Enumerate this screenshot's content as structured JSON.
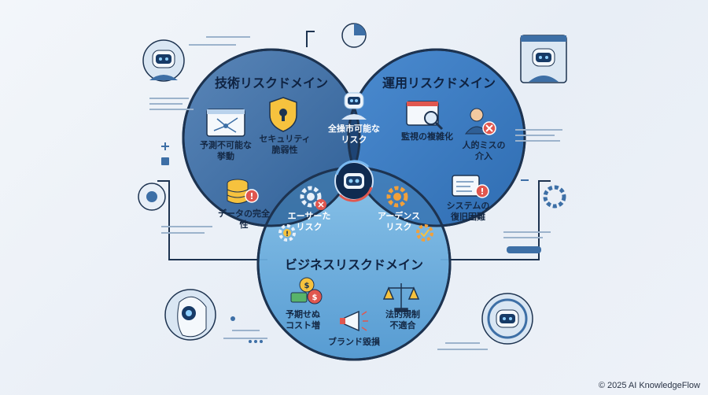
{
  "colors": {
    "circle_tech": "#3d6fa6",
    "circle_ops": "#3f7fc4",
    "circle_biz": "#6fb0de",
    "overlap_dark": "#173a66",
    "accent_red": "#e0574f",
    "accent_orange": "#f2a03a",
    "accent_gold": "#f6c23e",
    "line": "#1d3350"
  },
  "domains": {
    "tech": {
      "title": "技術リスクドメイン"
    },
    "ops": {
      "title": "運用リスクドメイン"
    },
    "biz": {
      "title": "ビジネスリスクドメイン"
    }
  },
  "tech_items": {
    "unpredictable": "予測不可能な\n挙動",
    "security": "セキュリティ\n脆弱性",
    "data": "データの完全\n性"
  },
  "ops_items": {
    "monitoring": "監視の複雑化",
    "human": "人的ミスの\n介入",
    "recovery": "システムの\n復旧困難"
  },
  "biz_items": {
    "cost": "予期せぬ\nコスト増",
    "legal": "法的規制\n不適合",
    "brand": "ブランド毀損"
  },
  "overlaps": {
    "tech_ops": "全操市可能な\nリスク",
    "tech_biz": "エーサーた\nリスク",
    "ops_biz": "アーデンス\nリスク"
  },
  "icons": {
    "center": "robot-head-icon",
    "corner_tl": "robot-avatar-icon",
    "corner_tr": "robot-window-icon",
    "corner_bl": "robot-profile-icon",
    "corner_br": "robot-circle-icon"
  },
  "footer": {
    "copyright": "© 2025 AI KnowledgeFlow"
  }
}
